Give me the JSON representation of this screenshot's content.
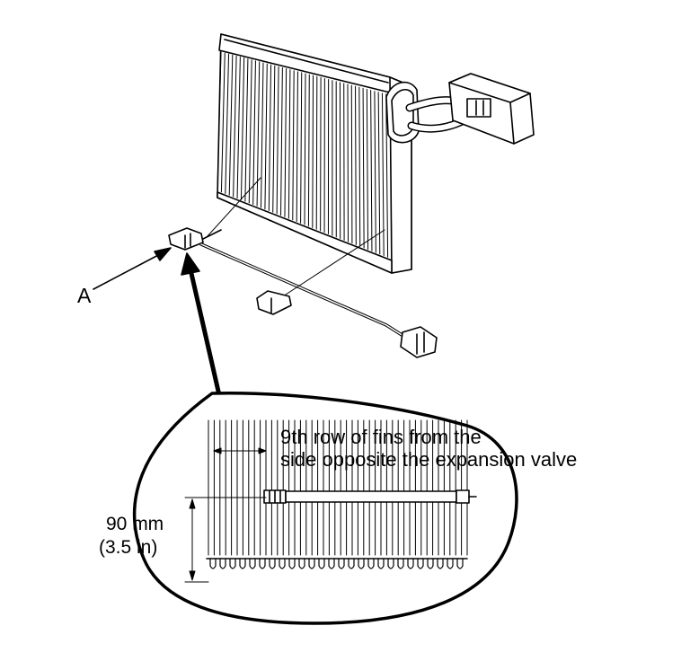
{
  "labels": {
    "callout_a": "A",
    "fin_row_line1": "9th row of fins from the",
    "fin_row_line2": "side opposite the expansion valve",
    "measurement_mm": "90 mm",
    "measurement_in": "(3.5 in)"
  },
  "colors": {
    "ink": "#000000",
    "paper": "#ffffff"
  }
}
